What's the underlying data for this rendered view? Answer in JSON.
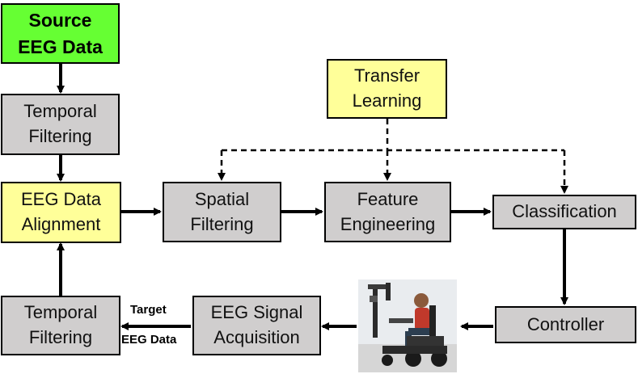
{
  "nodes": {
    "source_eeg": "Source\nEEG Data",
    "temporal_filtering_top": "Temporal\nFiltering",
    "eeg_data_alignment": "EEG Data\nAlignment",
    "spatial_filtering": "Spatial\nFiltering",
    "feature_engineering": "Feature\nEngineering",
    "classification": "Classification",
    "transfer_learning": "Transfer\nLearning",
    "controller": "Controller",
    "eeg_signal_acquisition": "EEG Signal\nAcquisition",
    "temporal_filtering_bottom": "Temporal\nFiltering"
  },
  "labels": {
    "target_top": "Target",
    "target_bottom": "EEG Data"
  },
  "colors": {
    "source_fill": "#66ff33",
    "highlight_fill": "#ffff99",
    "process_fill": "#d0cece"
  },
  "image": "wheelchair-robot-arm"
}
